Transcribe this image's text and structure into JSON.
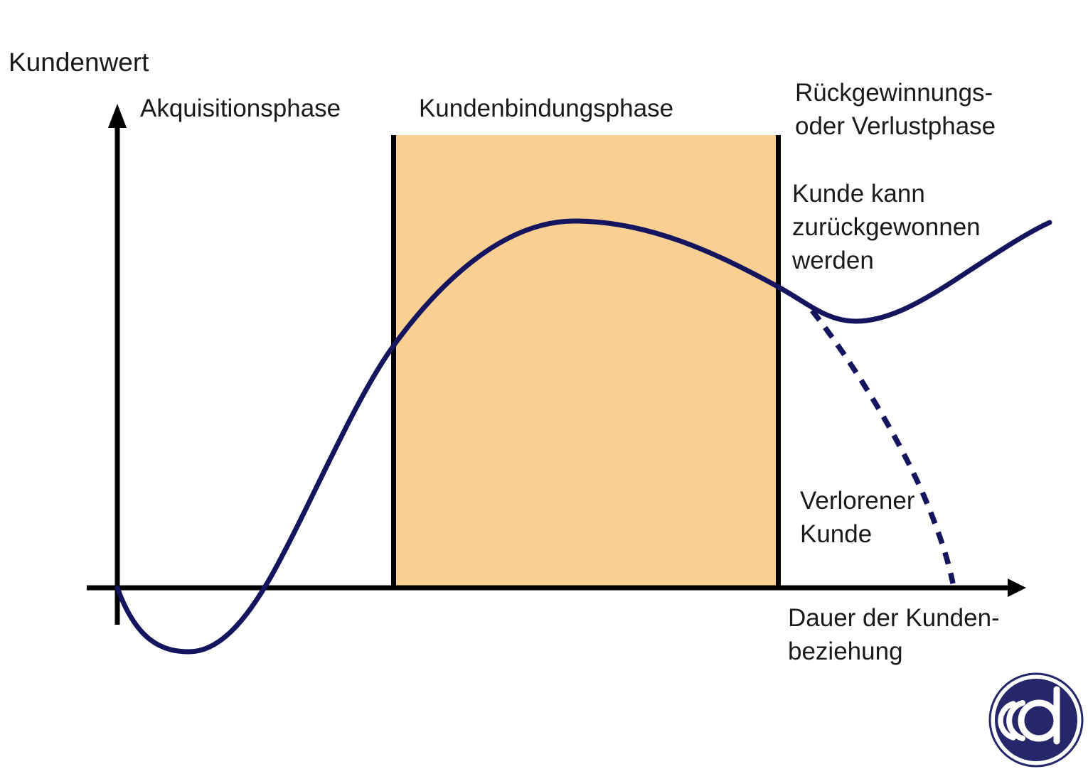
{
  "y_axis_label": "Kundenwert",
  "x_axis_label": {
    "line1": "Dauer der Kunden-",
    "line2": "beziehung"
  },
  "phases": {
    "acquisition": {
      "label": "Akquisitionsphase"
    },
    "retention": {
      "label": "Kundenbindungsphase"
    },
    "recovery": {
      "line1": "Rückgewinnungs-",
      "line2": "oder Verlustphase"
    }
  },
  "annotations": {
    "win_back": {
      "line1": "Kunde kann",
      "line2": "zurückgewonnen",
      "line3": "werden"
    },
    "lost": {
      "line1": "Verlorener",
      "line2": "Kunde"
    }
  },
  "colors": {
    "curve": "#14145f",
    "highlight": "#f9d092",
    "axis": "#000000",
    "text": "#1a1a1a",
    "logo": "#26266b"
  },
  "logo": {
    "letter": "d"
  }
}
